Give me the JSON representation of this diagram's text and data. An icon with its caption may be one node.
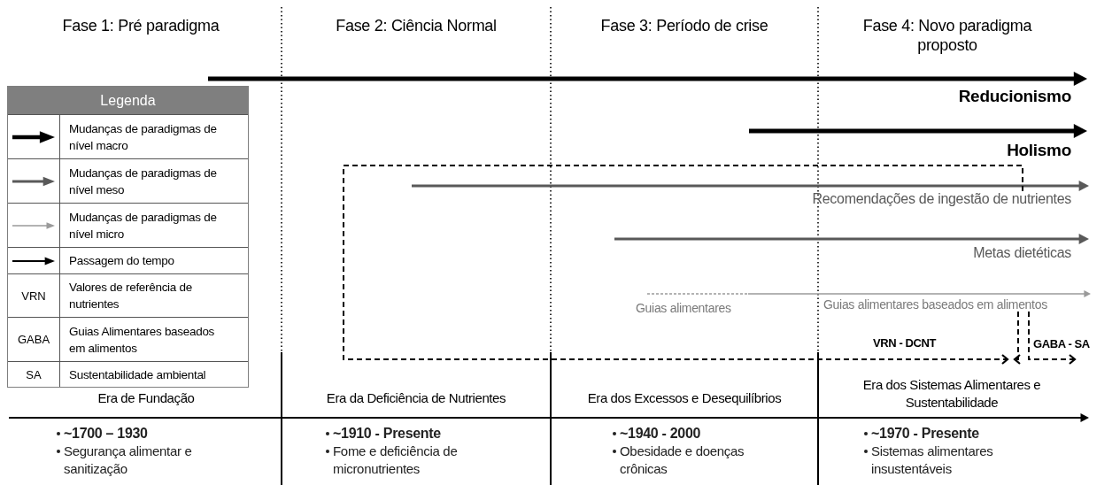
{
  "diagram": {
    "nodes": [
      {
        "text": [
          "Recomendações de ingestão de nutrientes"
        ]
      },
      {
        "text": [
          "Guias alimentares baseados em alimentos"
        ]
      }
    ],
    "edges": [
      {
        "from": 0,
        "to": null,
        "arrow": "to",
        "style": "dashed",
        "label": "VRN - DCNT"
      },
      {
        "from": 1,
        "to": null,
        "arrow": "to",
        "style": "dashed"
      },
      {
        "from": 1,
        "to": null,
        "arrow": "to",
        "style": "dashed",
        "label": "GABA - SA"
      }
    ],
    "labels": [
      "Fase 1: Pré paradigma",
      "Fase 2: Ciência Normal",
      "Fase 3: Período de crise",
      "Fase 4: Novo paradigma proposto",
      "Legenda",
      "VRN",
      "Valores de referência de nutrientes",
      "GABA",
      "Guias Alimentares baseados em alimentos",
      "SA",
      "Sustentabilidade ambiental",
      "Reducionismo",
      "Holismo",
      "Metas dietéticas",
      "Guias alimentares",
      "Era de Fundação",
      "Era da Deficiência de Nutrientes",
      "Era dos Excessos e Desequilíbrios",
      "Era dos Sistemas Alimentares e Sustentabilidade",
      "~1700 – 1930",
      "Segurança alimentar e sanitização",
      "~1910 - Presente",
      "Fome e deficiência de micronutrientes",
      "~1940 - 2000",
      "Obesidade e doenças crônicas",
      "~1970 - Presente",
      "Sistemas alimentares insustentáveis"
    ],
    "legend": [
      {
        "text": "Mudanças de paradigmas de nível macro"
      },
      {
        "text": "Mudanças de paradigmas de nível meso"
      },
      {
        "text": "Mudanças de paradigmas de nível micro"
      },
      {
        "text": "Passagem do tempo"
      }
    ]
  }
}
